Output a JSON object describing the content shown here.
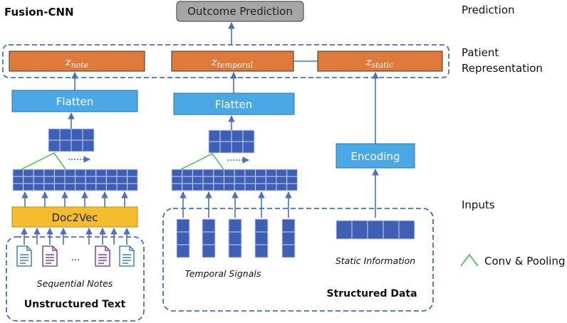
{
  "title": "Fusion-CNN",
  "output": {
    "label": "Outcome Prediction"
  },
  "representation": {
    "z_note": {
      "base": "z",
      "sub": "note"
    },
    "z_temporal": {
      "base": "z",
      "sub": "temporal"
    },
    "z_static": {
      "base": "z",
      "sub": "static"
    }
  },
  "blocks": {
    "flatten_left": "Flatten",
    "flatten_middle": "Flatten",
    "encoding": "Encoding",
    "doc2vec": "Doc2Vec"
  },
  "side_labels": {
    "prediction": "Prediction",
    "patient_line1": "Patient",
    "patient_line2": "Representation",
    "inputs": "Inputs",
    "conv_pooling": "Conv & Pooling"
  },
  "captions": {
    "sequential_notes": "Sequential Notes",
    "unstructured_text": "Unstructured Text",
    "temporal_signals": "Temporal Signals",
    "static_information": "Static Information",
    "structured_data": "Structured Data",
    "ellipsis": "..."
  },
  "colors": {
    "orange": "#e07a3a",
    "light_blue": "#4aa8e6",
    "cell_blue": "#3f5fb4",
    "gold": "#f5bd2d",
    "gray": "#a6a6a6",
    "arrow": "#4a72b8",
    "green": "#6abf69",
    "doc_blue": "#4a86c8",
    "doc_purple": "#8a4ab0"
  }
}
